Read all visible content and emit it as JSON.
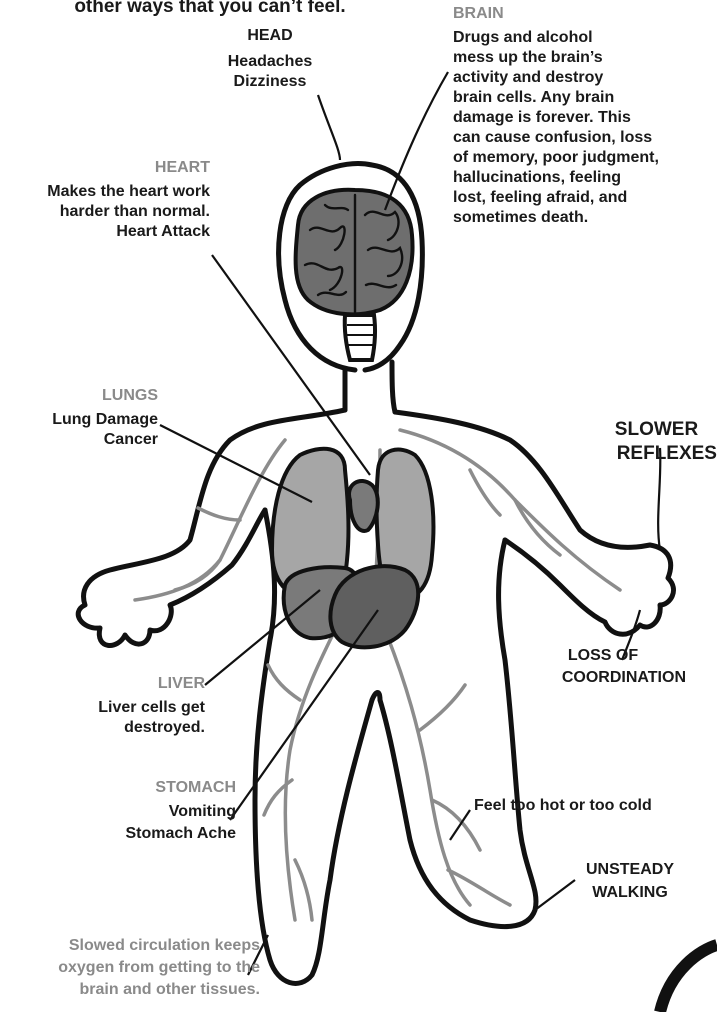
{
  "top_caption": "other ways that you can’t feel.",
  "head": {
    "title": "HEAD",
    "lines": [
      "Headaches",
      "Dizziness"
    ]
  },
  "brain": {
    "title": "BRAIN",
    "lines": [
      "Drugs and alcohol",
      "mess up the brain’s",
      "activity and destroy",
      "brain cells. Any brain",
      "damage is forever. This",
      "can cause confusion, loss",
      "of memory, poor judgment,",
      "hallucinations, feeling",
      "lost, feeling afraid, and",
      "sometimes death."
    ]
  },
  "heart": {
    "title": "HEART",
    "lines": [
      "Makes the heart work",
      "harder than normal.",
      "Heart Attack"
    ]
  },
  "lungs": {
    "title": "LUNGS",
    "lines": [
      "Lung Damage",
      "Cancer"
    ]
  },
  "reflexes": {
    "lines": [
      "SLOWER",
      "REFLEXES"
    ]
  },
  "liver": {
    "title": "LIVER",
    "lines": [
      "Liver cells get",
      "destroyed."
    ]
  },
  "coordination": {
    "lines": [
      "LOSS OF",
      "COORDINATION"
    ]
  },
  "stomach": {
    "title": "STOMACH",
    "lines": [
      "Vomiting",
      "Stomach Ache"
    ]
  },
  "temperature": {
    "lines": [
      "Feel too hot or too cold"
    ]
  },
  "walking": {
    "lines": [
      "UNSTEADY",
      "WALKING"
    ]
  },
  "circulation": {
    "lines": [
      "Slowed circulation keeps",
      "oxygen from getting to the",
      "brain and other tissues."
    ]
  },
  "colors": {
    "title_gray": "#8a8a8a",
    "text_dark": "#1a1a1a",
    "lung_fill": "#a6a6a6",
    "liver_fill": "#7a7a7a",
    "stomach_fill": "#5f5f5f",
    "brain_fill": "#6e6e6e",
    "vein_stroke": "#8c8c8c",
    "outline": "#111111"
  }
}
